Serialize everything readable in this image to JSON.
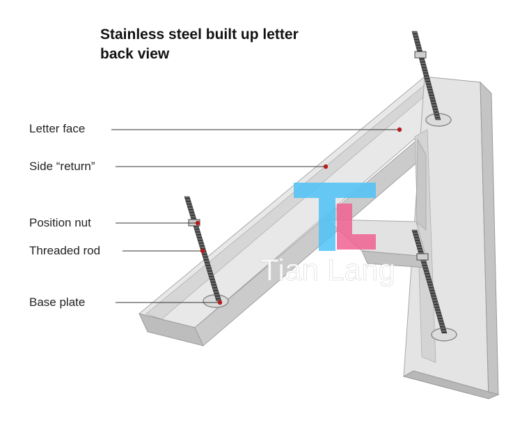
{
  "title": {
    "line1": "Stainless steel built up letter",
    "line2": "back view"
  },
  "labels": {
    "letter_face": "Letter face",
    "side_return": "Side “return”",
    "position_nut": "Position nut",
    "threaded_rod": "Threaded rod",
    "base_plate": "Base plate"
  },
  "watermark": {
    "logo_text": "TL",
    "brand": "Tian Lang",
    "colors": {
      "blue": "#4fc3f7",
      "pink": "#f06292"
    }
  },
  "colors": {
    "marker": "#b71c1c",
    "leader_line": "#333333",
    "steel_light": "#e6e6e6",
    "steel_mid": "#cfcfcf",
    "steel_dark": "#b3b3b3",
    "rod": "#555555"
  }
}
